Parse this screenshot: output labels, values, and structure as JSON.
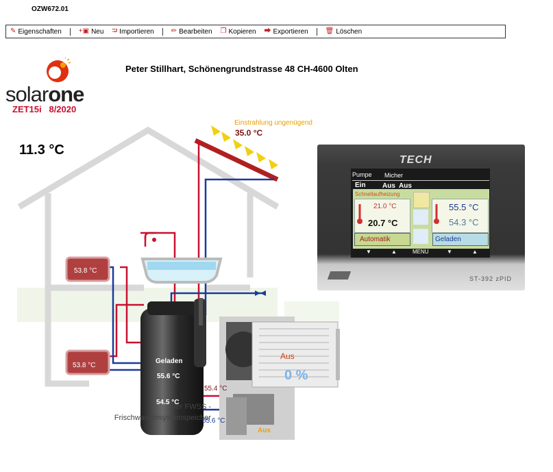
{
  "document_id": "OZW672.01",
  "toolbar": {
    "items": [
      {
        "label": "Eigenschaften",
        "icon": "wrench-icon"
      },
      {
        "label": "Neu",
        "icon": "new-image-icon"
      },
      {
        "label": "Importieren",
        "icon": "import-icon"
      },
      {
        "label": "Bearbeiten",
        "icon": "pencil-icon"
      },
      {
        "label": "Kopieren",
        "icon": "copy-icon"
      },
      {
        "label": "Exportieren",
        "icon": "export-icon"
      },
      {
        "label": "Löschen",
        "icon": "trash-icon"
      }
    ]
  },
  "logo": {
    "text_a": "solar",
    "text_b": "one",
    "model": "ZET15i   8/2020"
  },
  "owner": "Peter Stillhart, Schönengrundstrasse 48 CH-4600 Olten",
  "outside_temp": "11.3 °C",
  "solar": {
    "status": "Einstrahlung ungenügend",
    "collector_temp": "35.0 °C"
  },
  "radiators": {
    "upper_temp": "53.8 °C",
    "lower_temp": "53.8 °C"
  },
  "tank": {
    "status": "Geladen",
    "top_temp": "55.6 °C",
    "bottom_temp": "54.5 °C"
  },
  "pipes": {
    "hot_temp": "55.4 °C",
    "cold_temp": "55.6 °C"
  },
  "caption": {
    "line1": "Der FWSS -",
    "line2": "Frischwassersystemspeicher"
  },
  "heat_pump": {
    "status": "Aus",
    "percent": "0 %",
    "bottom_status": "Aus"
  },
  "controller": {
    "brand": "TECH",
    "model": "ST-392 zPID",
    "pump_label": "Pumpe",
    "mixer_label": "Micher",
    "pump_state": "Ein",
    "state_2": "Aus",
    "state_3": "Aus",
    "rapid_heating": "Schnellaufheizung",
    "room_set": "21.0 °C",
    "room_actual": "20.7 °C",
    "tank_top": "55.5 °C",
    "tank_bottom": "54.3 °C",
    "mode": "Automatik",
    "tank_state": "Geladen",
    "menu": "MENU"
  },
  "colors": {
    "hot_pipe": "#c8102e",
    "cold_pipe": "#1a3a9a",
    "radiator": "#b04040",
    "sun": "#f0d010",
    "accent": "#c8102e"
  }
}
